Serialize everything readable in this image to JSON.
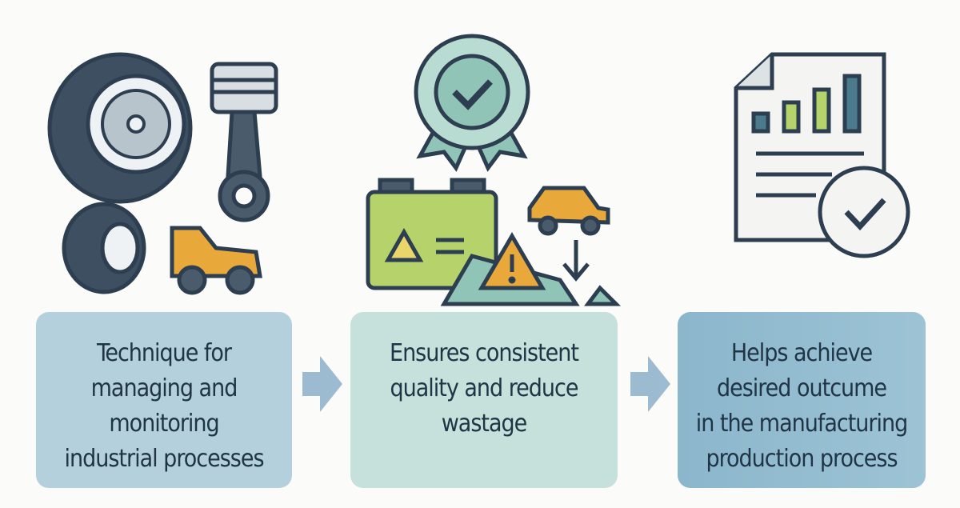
{
  "steps": [
    {
      "text": "Technique for\nmanaging and\nmonitoring\nindustrial processes",
      "icons": [
        "tire-icon",
        "piston-icon",
        "tire-icon",
        "truck-icon"
      ]
    },
    {
      "text": "Ensures consistent\nquality and reduce\nwastage",
      "icons": [
        "quality-badge-icon",
        "battery-warning-icon",
        "car-icon",
        "warning-icon"
      ]
    },
    {
      "text": "Helps achieve\ndesired outcume\nin the manufacturing\nproduction process",
      "icons": [
        "report-chart-icon",
        "checkmark-icon"
      ]
    }
  ],
  "colors": {
    "box1": "#b3d0dc",
    "box2": "#c6e0db",
    "box3": "#8bb6cc",
    "arrow": "#9dbbd0",
    "outline": "#2c3e50",
    "yellow": "#e9a93a",
    "green": "#b5d36a",
    "teal": "#8fc4b7"
  }
}
